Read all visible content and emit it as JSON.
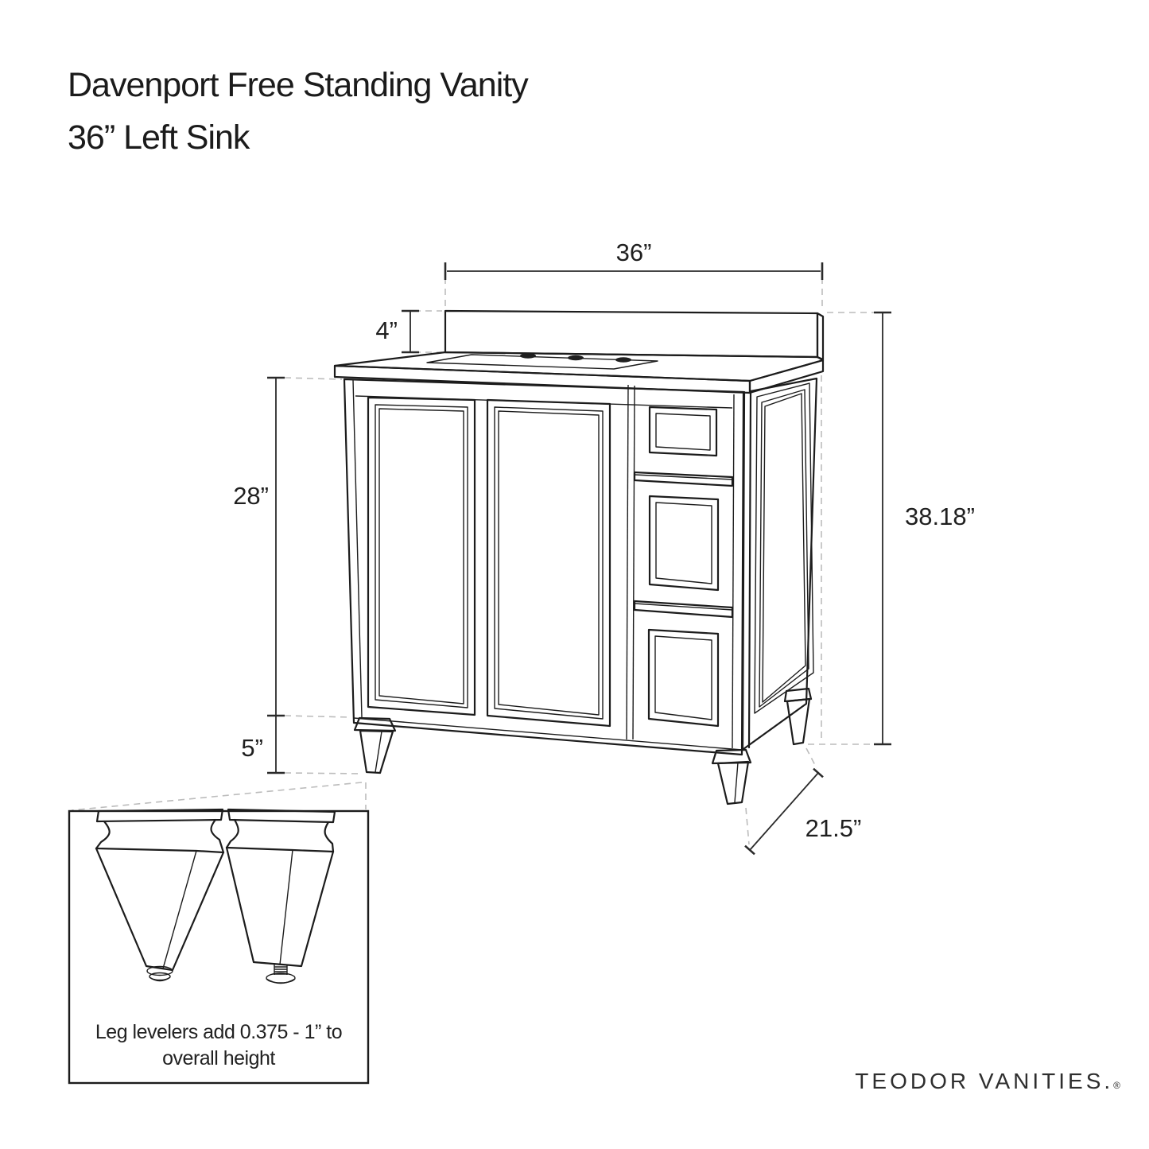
{
  "title": {
    "line1": "Davenport Free Standing Vanity",
    "line2": "36” Left Sink"
  },
  "dimensions": {
    "width_top": "36”",
    "backsplash_height": "4”",
    "cabinet_height": "28”",
    "leg_height": "5”",
    "overall_height": "38.18”",
    "depth": "21.5”"
  },
  "inset": {
    "note_line1": "Leg levelers add 0.375 - 1” to",
    "note_line2": "overall height"
  },
  "brand": {
    "name": "TEODOR VANITIES.",
    "registered_mark": "®"
  },
  "colors": {
    "line": "#1c1c1c",
    "dash": "#bcbcbc",
    "background": "#ffffff"
  }
}
